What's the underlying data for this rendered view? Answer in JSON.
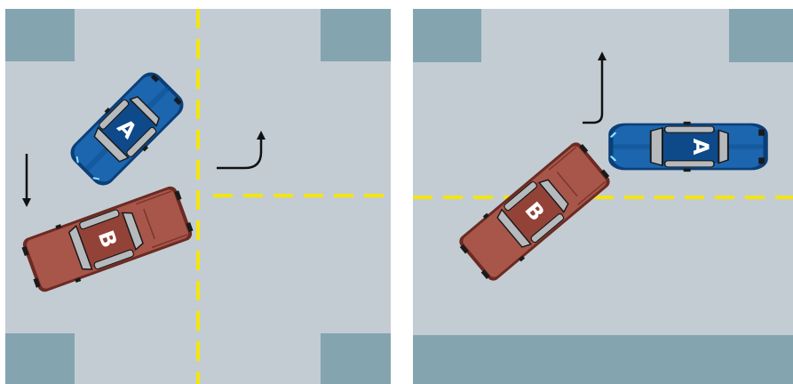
{
  "colors": {
    "road": "#c3ccd3",
    "sidewalk": "#84a4b0",
    "lane_line": "#f4e40f",
    "arrow": "#111111",
    "car_a_body": "#1c66b0",
    "car_a_dark": "#0b3f79",
    "car_b_body": "#a8554a",
    "car_b_dark": "#6b2b22",
    "glass": "#b6babd",
    "trim": "#1a1a1a"
  },
  "panels": [
    {
      "id": "left",
      "cars": [
        {
          "label": "A",
          "icon": "blue-sedan-icon"
        },
        {
          "label": "B",
          "icon": "red-sedan-icon"
        }
      ],
      "arrows": [
        "down-arrow-icon",
        "turn-right-then-up-arrow-icon"
      ]
    },
    {
      "id": "right",
      "cars": [
        {
          "label": "A",
          "icon": "blue-sedan-icon"
        },
        {
          "label": "B",
          "icon": "red-sedan-icon"
        }
      ],
      "arrows": [
        "turn-up-arrow-icon"
      ]
    }
  ]
}
